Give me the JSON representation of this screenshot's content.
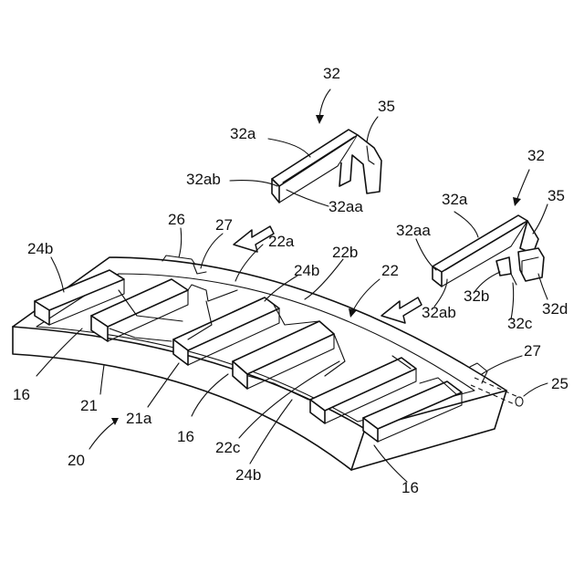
{
  "figure": {
    "reference_labels": {
      "clip_upper": "32",
      "part_35_upper": "35",
      "part_32a_upper": "32a",
      "part_32ab_upper": "32ab",
      "part_32aa_upper": "32aa",
      "part_26": "26",
      "part_27_top": "27",
      "part_22a": "22a",
      "part_24b_left": "24b",
      "part_24b_mid": "24b",
      "part_22b": "22b",
      "part_22": "22",
      "clip_right": "32",
      "part_35_right": "35",
      "part_32a_right": "32a",
      "part_32aa_right": "32aa",
      "part_32b": "32b",
      "part_32ab_right": "32ab",
      "part_32c": "32c",
      "part_32d": "32d",
      "part_27_right": "27",
      "part_25": "25",
      "part_16_left": "16",
      "part_21": "21",
      "part_21a": "21a",
      "part_16_mid": "16",
      "part_20": "20",
      "part_22c": "22c",
      "part_24b_bottom": "24b",
      "part_16_right": "16"
    }
  }
}
